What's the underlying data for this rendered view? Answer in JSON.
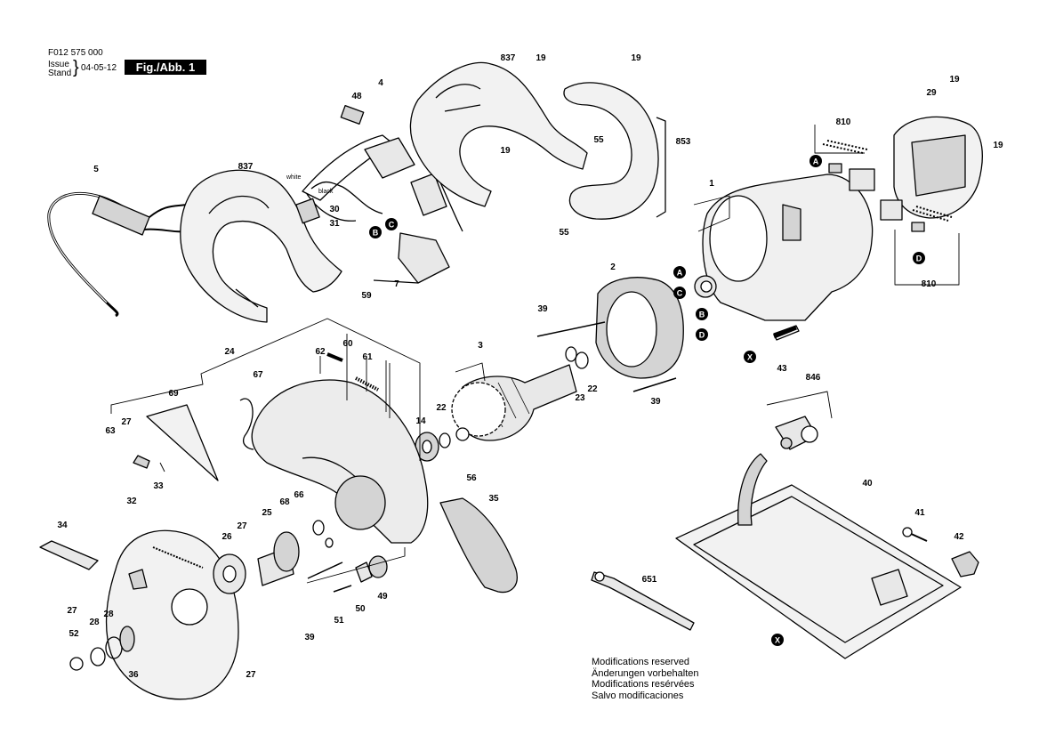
{
  "header": {
    "doc_number": "F012 575 000",
    "issue_label": "Issue",
    "stand_label": "Stand",
    "issue_date": "04-05-12",
    "figure_label": "Fig./Abb. 1"
  },
  "footer_notes": [
    "Modifications reserved",
    "Änderungen vorbehalten",
    "Modifications resérvées",
    "Salvo modificaciones"
  ],
  "part_numbers": [
    "837",
    "19",
    "19",
    "19",
    "48",
    "4",
    "5",
    "837",
    "853",
    "29",
    "810",
    "19",
    "19",
    "55",
    "30",
    "31",
    "55",
    "1",
    "59",
    "7",
    "2",
    "39",
    "3",
    "22",
    "23",
    "22",
    "43",
    "24",
    "62",
    "60",
    "61",
    "67",
    "69",
    "27",
    "63",
    "14",
    "846",
    "39",
    "40",
    "33",
    "32",
    "26",
    "27",
    "25",
    "68",
    "66",
    "56",
    "35",
    "41",
    "34",
    "42",
    "27",
    "28",
    "28",
    "52",
    "36",
    "27",
    "39",
    "51",
    "50",
    "49",
    "651",
    "810"
  ],
  "callout_letters": [
    "A",
    "B",
    "C",
    "D",
    "A",
    "C",
    "B",
    "D",
    "X",
    "X"
  ],
  "wire_labels": [
    "white",
    "black"
  ],
  "colors": {
    "ink": "#000000",
    "paper": "#ffffff",
    "shade": "#d4d4d4"
  }
}
